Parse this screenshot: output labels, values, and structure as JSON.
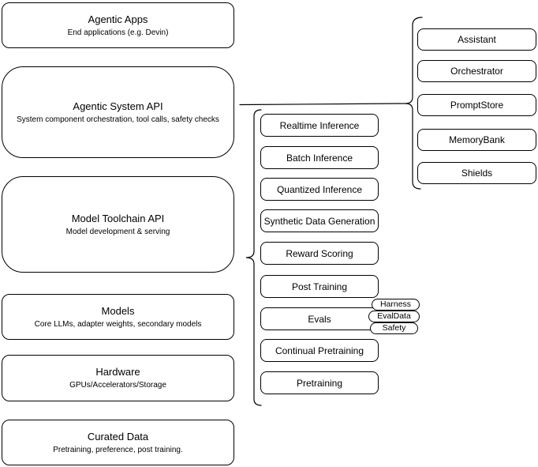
{
  "diagram": {
    "colors": {
      "stroke": "#000000",
      "background": "#ffffff",
      "text": "#000000"
    },
    "left": [
      {
        "title": "Agentic Apps",
        "subtitle": "End applications (e.g. Devin)"
      },
      {
        "title": "Agentic System API",
        "subtitle": "System component orchestration, tool calls, safety checks"
      },
      {
        "title": "Model Toolchain API",
        "subtitle": "Model development & serving"
      },
      {
        "title": "Models",
        "subtitle": "Core LLMs, adapter weights, secondary models"
      },
      {
        "title": "Hardware",
        "subtitle": "GPUs/Accelerators/Storage"
      },
      {
        "title": "Curated Data",
        "subtitle": "Pretraining, preference, post training."
      }
    ],
    "middle": [
      "Realtime Inference",
      "Batch Inference",
      "Quantized Inference",
      "Synthetic Data Generation",
      "Reward Scoring",
      "Post Training",
      "Evals",
      "Continual Pretraining",
      "Pretraining"
    ],
    "tags": [
      "Harness",
      "EvalData",
      "Safety"
    ],
    "right": [
      "Assistant",
      "Orchestrator",
      "PromptStore",
      "MemoryBank",
      "Shields"
    ]
  }
}
